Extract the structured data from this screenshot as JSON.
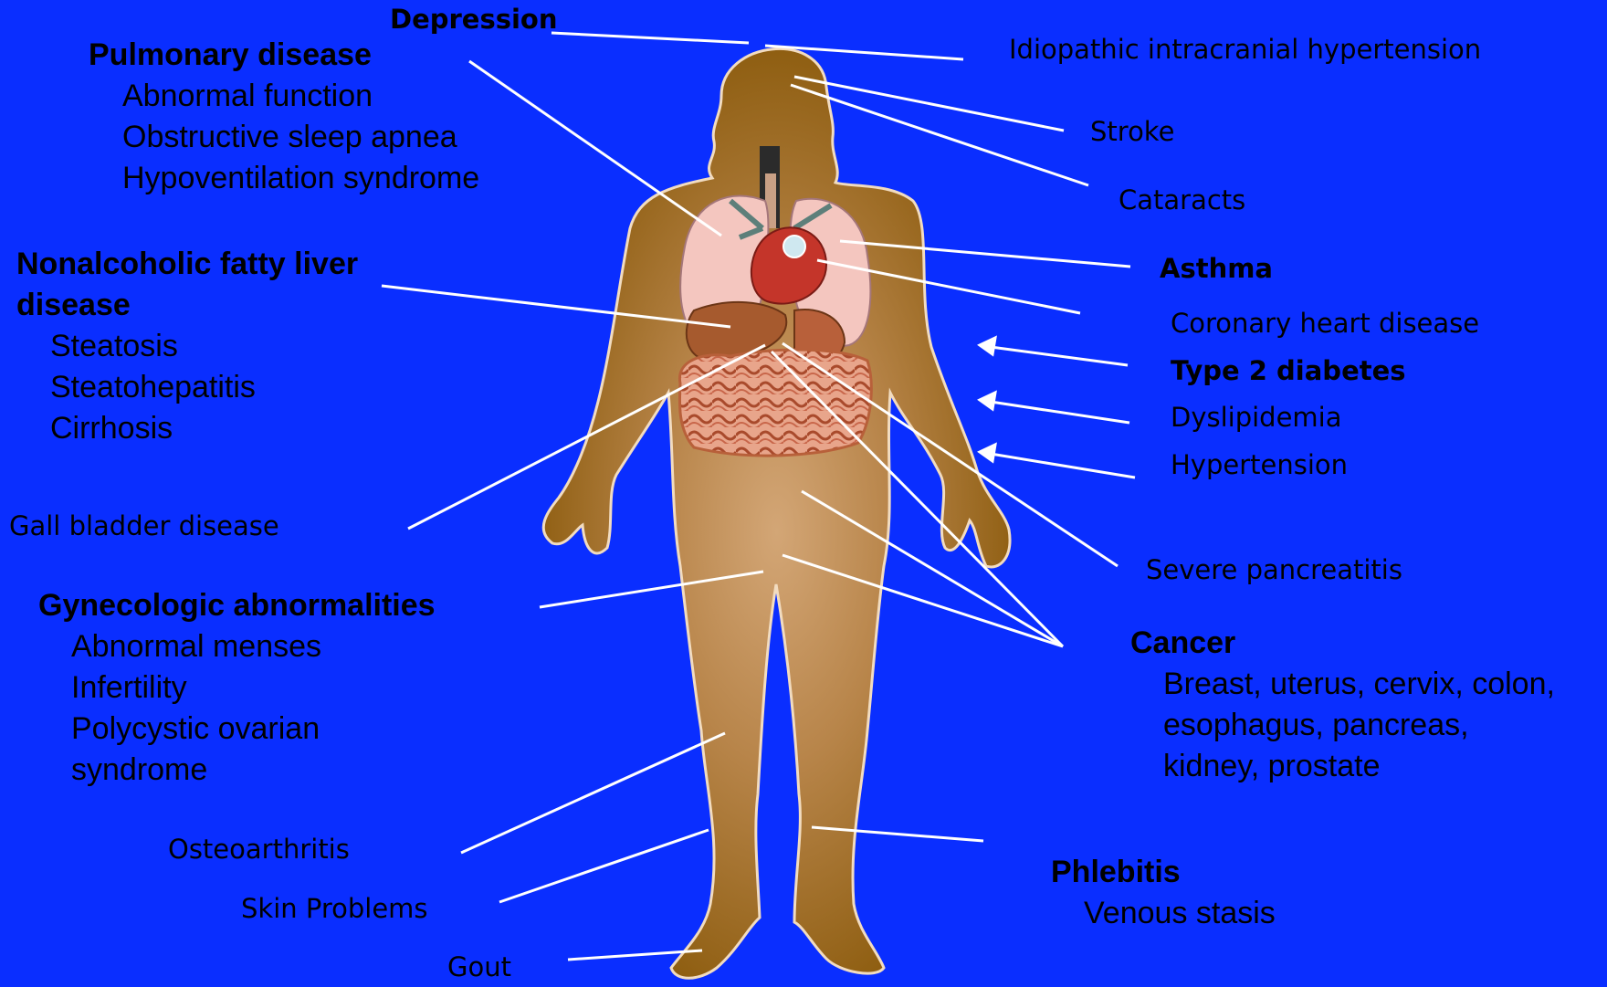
{
  "colors": {
    "background": "#0a2eff",
    "body": "#8a5a0b",
    "body_center": "#d3a676",
    "body_outline": "#f2dcc0",
    "leader_lines": "#ffffff"
  },
  "labels": {
    "depression": "Depression",
    "pulmonary": {
      "title": "Pulmonary disease",
      "items": [
        "Abnormal function",
        "Obstructive sleep apnea",
        "Hypoventilation syndrome"
      ]
    },
    "nafld": {
      "title_line1": "Nonalcoholic fatty liver",
      "title_line2": "disease",
      "items": [
        "Steatosis",
        "Steatohepatitis",
        "Cirrhosis"
      ]
    },
    "gallbladder": "Gall bladder disease",
    "gynecologic": {
      "title": "Gynecologic abnormalities",
      "items": [
        "Abnormal menses",
        "Infertility",
        "Polycystic ovarian",
        "syndrome"
      ]
    },
    "osteoarthritis": "Osteoarthritis",
    "skin": "Skin Problems",
    "gout": "Gout",
    "iih": "Idiopathic intracranial hypertension",
    "stroke": "Stroke",
    "cataracts": "Cataracts",
    "asthma": "Asthma",
    "chd": "Coronary heart disease",
    "t2d": "Type 2 diabetes",
    "dyslipidemia": "Dyslipidemia",
    "hypertension": "Hypertension",
    "pancreatitis": "Severe pancreatitis",
    "cancer": {
      "title": "Cancer",
      "items": [
        "Breast, uterus, cervix, colon,",
        "esophagus, pancreas,",
        "kidney, prostate"
      ]
    },
    "phlebitis": {
      "title": "Phlebitis",
      "items": [
        "Venous stasis"
      ]
    }
  }
}
